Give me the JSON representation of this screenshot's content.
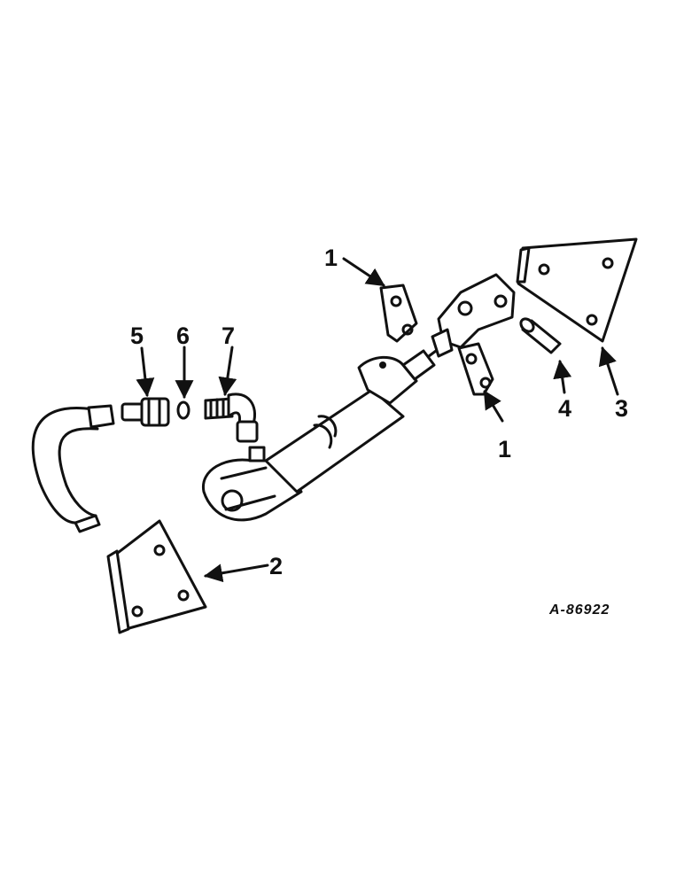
{
  "callouts": {
    "c1_top": "1",
    "c1_bottom": "1",
    "c2": "2",
    "c3": "3",
    "c4": "4",
    "c5": "5",
    "c6": "6",
    "c7": "7"
  },
  "reference_number": "A-86922",
  "colors": {
    "ink": "#111111",
    "paper": "#ffffff"
  }
}
